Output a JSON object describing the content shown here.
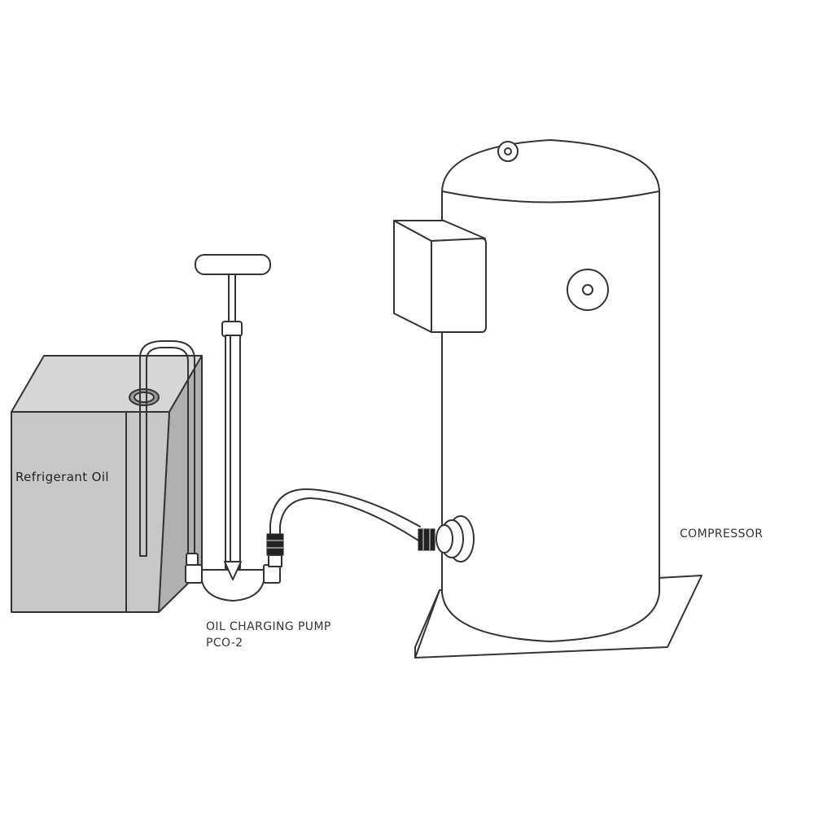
{
  "labels": {
    "container": "Refrigerant Oil",
    "pump_line1": "OIL CHARGING PUMP",
    "pump_line2": "PCO-2",
    "compressor": "COMPRESSOR"
  },
  "colors": {
    "container_front": "#c7c7c7",
    "container_side": "#b0b0b0",
    "container_top": "#d6d6d6",
    "line": "#333333",
    "fitting": "#222222"
  }
}
